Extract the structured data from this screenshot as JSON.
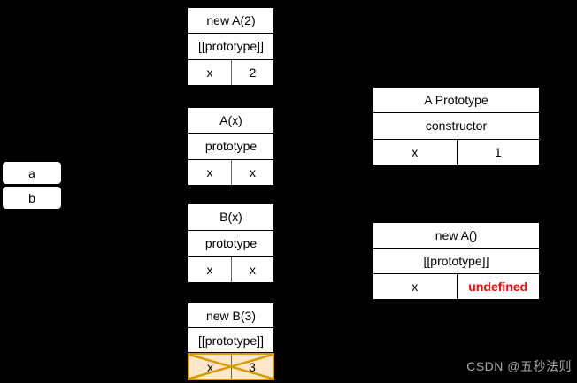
{
  "canvas": {
    "background": "#000000"
  },
  "boxes": [
    {
      "title": "new A(2)",
      "slot": "[[prototype]]",
      "key": "x",
      "value": "2"
    },
    {
      "title": "A(x)",
      "slot": "prototype",
      "key": "x",
      "value": "x"
    },
    {
      "title": "B(x)",
      "slot": "prototype",
      "key": "x",
      "value": "x"
    },
    {
      "title": "new B(3)",
      "slot": "[[prototype]]",
      "key": "x",
      "value": "3",
      "crossed_out": true
    },
    {
      "title": "A Prototype",
      "slot": "constructor",
      "key": "x",
      "value": "1"
    },
    {
      "title": "new A()",
      "slot": "[[prototype]]",
      "key": "x",
      "value": "undefined",
      "value_color": "#ff0000"
    }
  ],
  "variable_labels": [
    {
      "text": "a"
    },
    {
      "text": "b"
    }
  ],
  "watermark": "CSDN @五秒法则",
  "colors": {
    "background": "#000000",
    "box_fill": "#ffffff",
    "box_border": "#000000",
    "cell_divider_gray": "#666666",
    "crossed_fill": "#ffe6cc",
    "crossed_stroke": "#d79b00",
    "undefined_text": "#ff0000",
    "watermark_text": "#aaaaaa"
  }
}
